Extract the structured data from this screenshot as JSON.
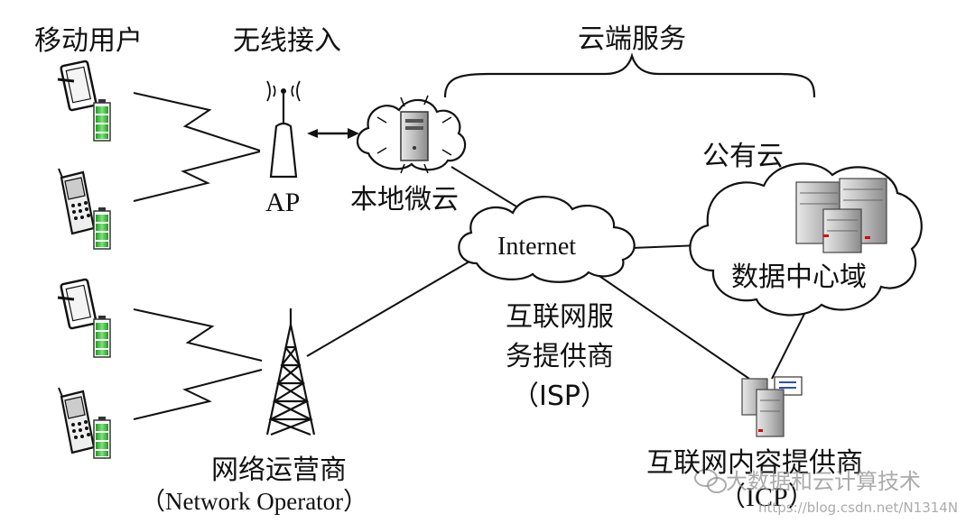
{
  "labels": {
    "mobile_users": "移动用户",
    "wireless_access": "无线接入",
    "cloud_services": "云端服务",
    "ap": "AP",
    "local_cloudlet": "本地微云",
    "public_cloud": "公有云",
    "internet": "Internet",
    "data_center": "数据中心域",
    "isp_line1": "互联网服",
    "isp_line2": "务提供商",
    "isp_line3": "（ISP）",
    "network_operator": "网络运营商",
    "network_operator_en": "（Network Operator）",
    "icp_line1": "互联网内容提供商",
    "icp_line2": "（ICP）"
  },
  "watermark": {
    "brand": "大数据和云计算技术",
    "url": "https://blog.csdn.net/N1314N"
  },
  "colors": {
    "battery_green": "#33c233",
    "server_gray": "#9a9a9a",
    "line": "#111111",
    "server_light": "#c8c8c8"
  }
}
